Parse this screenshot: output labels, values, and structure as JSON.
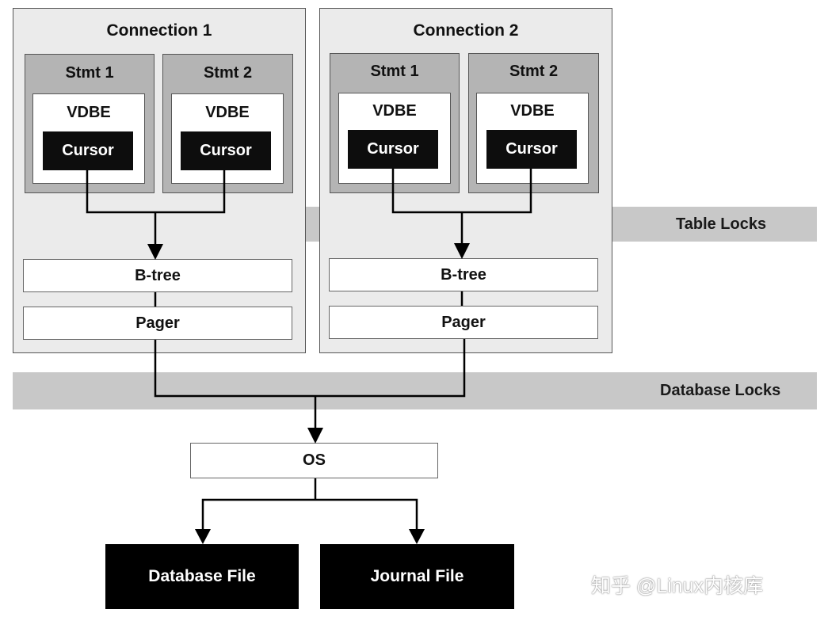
{
  "diagram": {
    "connections": [
      {
        "title": "Connection 1",
        "statements": [
          {
            "title": "Stmt 1",
            "vdbe": "VDBE",
            "cursor": "Cursor"
          },
          {
            "title": "Stmt 2",
            "vdbe": "VDBE",
            "cursor": "Cursor"
          }
        ],
        "btree": "B-tree",
        "pager": "Pager"
      },
      {
        "title": "Connection 2",
        "statements": [
          {
            "title": "Stmt 1",
            "vdbe": "VDBE",
            "cursor": "Cursor"
          },
          {
            "title": "Stmt 2",
            "vdbe": "VDBE",
            "cursor": "Cursor"
          }
        ],
        "btree": "B-tree",
        "pager": "Pager"
      }
    ],
    "table_locks_label": "Table Locks",
    "database_locks_label": "Database Locks",
    "os_label": "OS",
    "files": {
      "database": "Database File",
      "journal": "Journal File"
    },
    "watermark": "知乎 @Linux内核库"
  },
  "colors": {
    "band": "#c8c8c8",
    "connection_bg": "#ebebeb",
    "statement_bg": "#b4b4b4",
    "cursor_bg": "#0d0d0d",
    "file_bg": "#000000"
  }
}
